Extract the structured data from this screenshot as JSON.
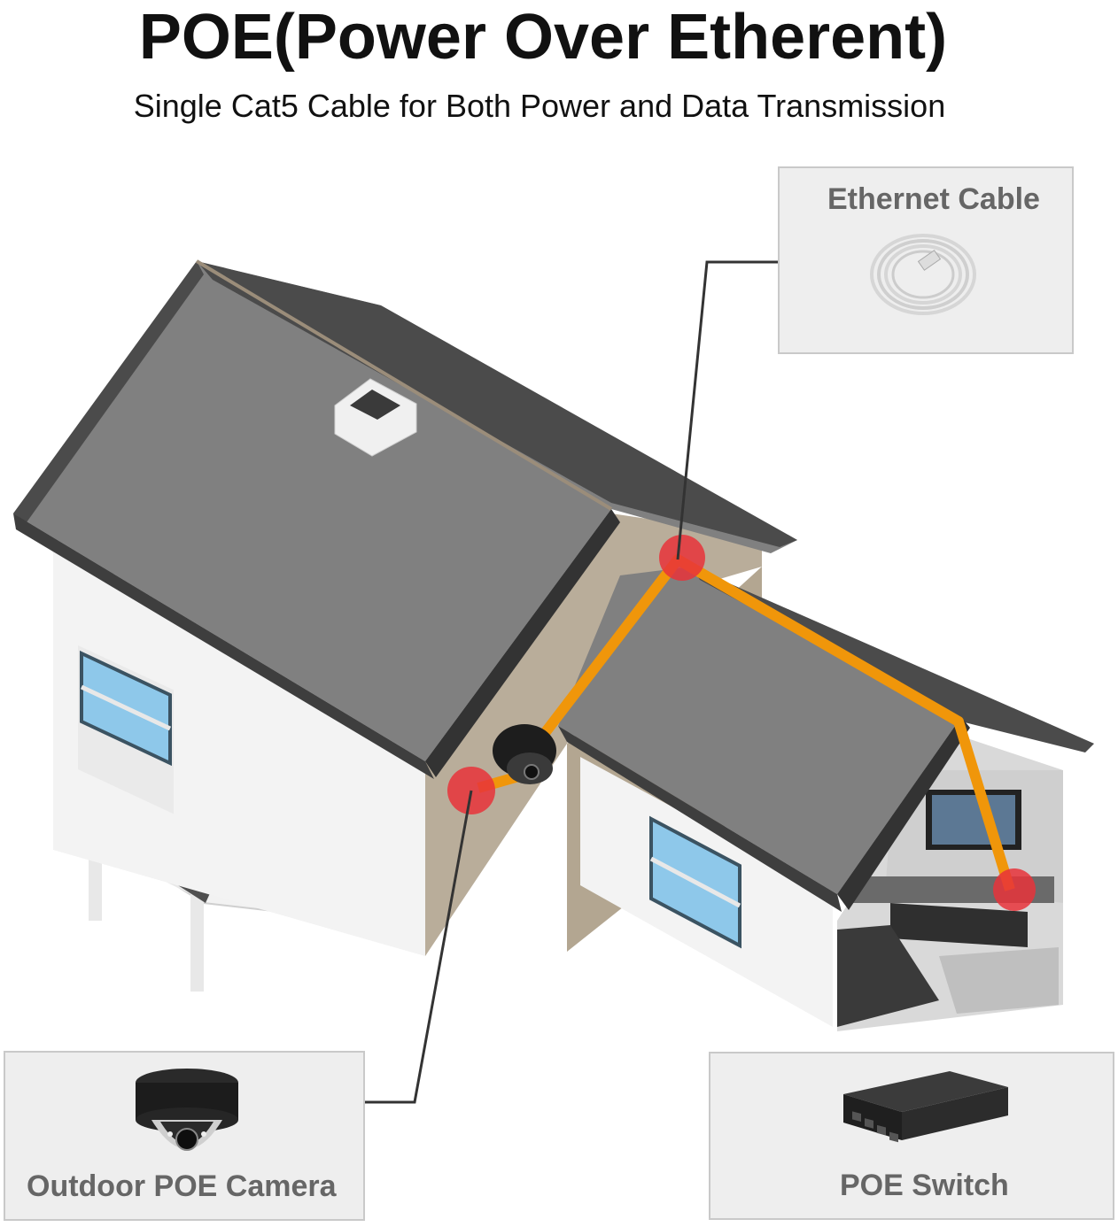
{
  "title": "POE(Power Over Etherent)",
  "subtitle": "Single Cat5 Cable for Both Power and Data Transmission",
  "labels": {
    "ethernet_cable": "Ethernet Cable",
    "camera": "Outdoor POE Camera",
    "switch": "POE Switch"
  },
  "colors": {
    "cable": "#f0960a",
    "marker": "#e8333a",
    "roof": "#7c7c7c",
    "roof_edge": "#4a4a4a",
    "wall": "#f2f2f2",
    "gable_wall": "#b9ad9a",
    "window": "#8ec8ea",
    "box_bg": "#eeeeee",
    "label_text": "#666666"
  }
}
